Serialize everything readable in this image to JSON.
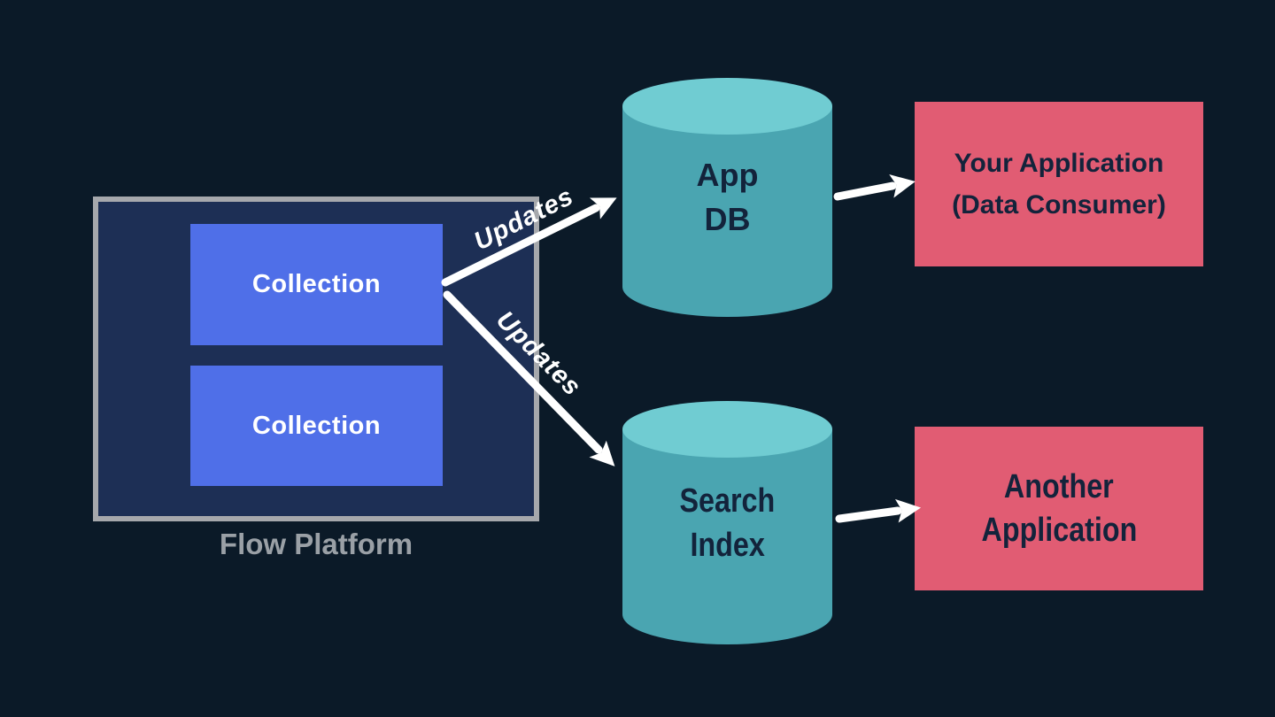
{
  "colors": {
    "background": "#0b1a28",
    "platform_fill": "#1d2f55",
    "platform_border": "#a6a8ac",
    "collection_fill": "#4f6fe8",
    "collection_text": "#ffffff",
    "cylinder_body": "#4aa5b1",
    "cylinder_top": "#70ccd2",
    "consumer_fill": "#e15c73",
    "ink": "#13233b",
    "arrow": "#ffffff",
    "platform_label_color": "#9aa0a6"
  },
  "platform": {
    "label": "Flow Platform",
    "collections": [
      {
        "label": "Collection"
      },
      {
        "label": "Collection"
      }
    ]
  },
  "datastores": [
    {
      "line1": "App",
      "line2": "DB"
    },
    {
      "line1": "Search",
      "line2": "Index"
    }
  ],
  "consumers": [
    {
      "line1": "Your Application",
      "line2": "(Data Consumer)"
    },
    {
      "line1": "Another",
      "line2": "Application"
    }
  ],
  "edges": {
    "top_label": "Updates",
    "bottom_label": "Updates"
  }
}
